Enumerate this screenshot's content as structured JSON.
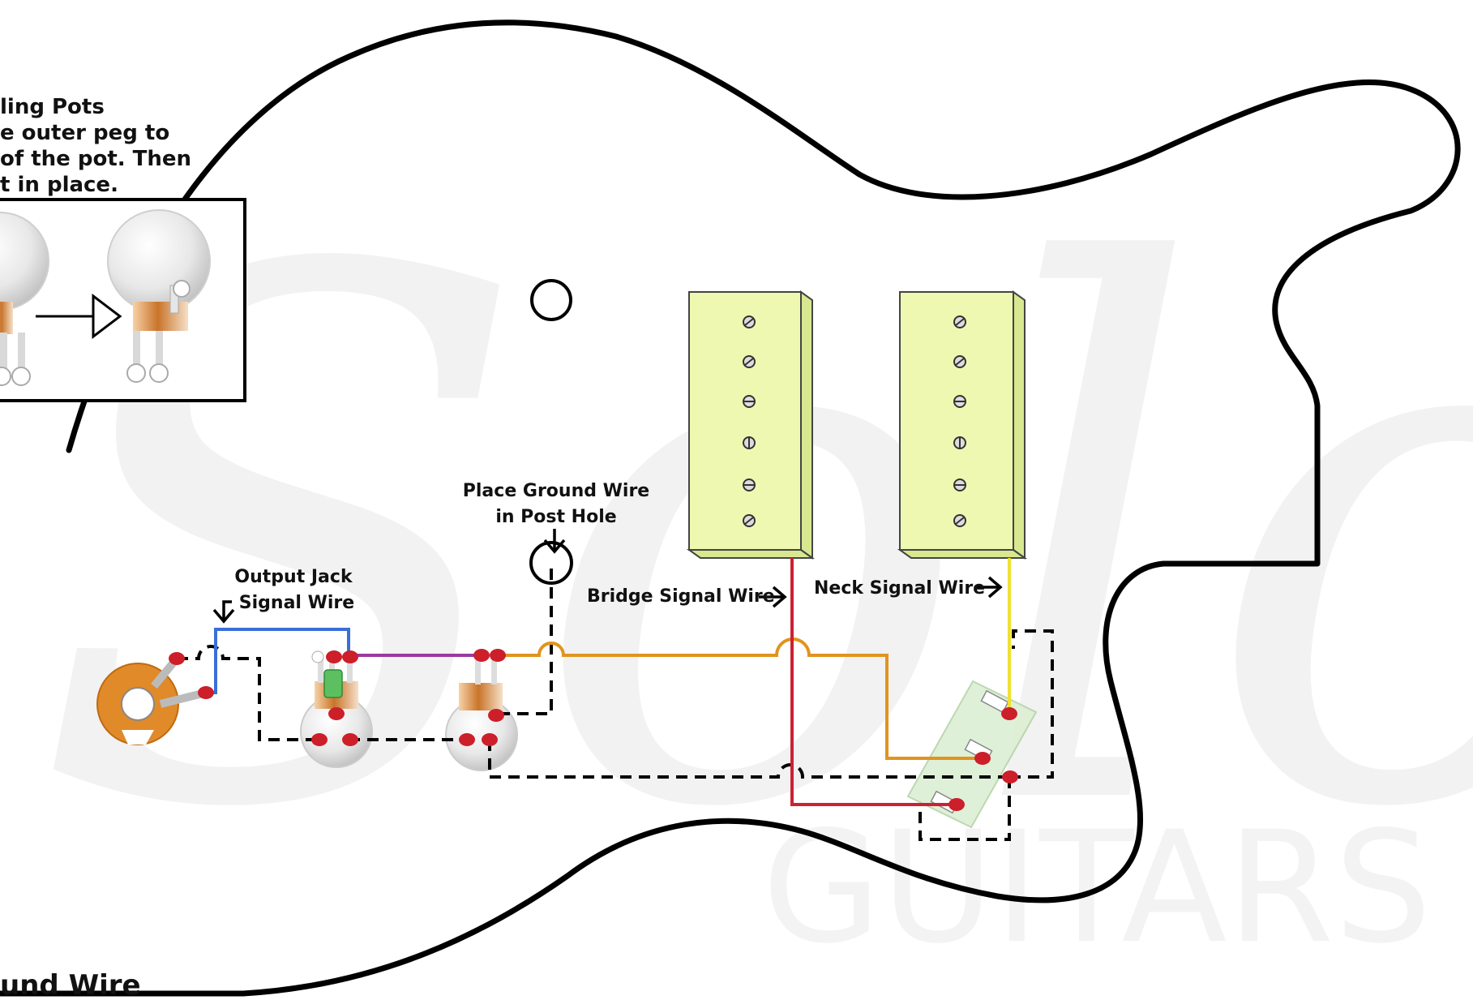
{
  "texts": {
    "pots_line1": "ling Pots",
    "pots_line2": "e outer peg to",
    "pots_line3": "of the pot. Then",
    "pots_line4": "t in place.",
    "ground_line1": "Place Ground Wire",
    "ground_line2": "in Post Hole",
    "jack_line1": "Output Jack",
    "jack_line2": "Signal Wire",
    "bridge": "Bridge Signal Wire",
    "neck": "Neck Signal Wire",
    "bottom": "und Wire"
  },
  "watermark": {
    "brand_script": "Solo",
    "brand_word": "GUITARS"
  },
  "colors": {
    "outline": "#000000",
    "pickup_fill": "#eef8b0",
    "pickup_side": "#d8e890",
    "jack_orange": "#e08a2a",
    "wire_blue": "#3a6fd8",
    "wire_purple": "#9a3aa0",
    "wire_orange": "#e0941f",
    "wire_red": "#cc2233",
    "wire_yellow": "#f0e030",
    "solder": "#cc1f2a",
    "switch_fill": "#dcefd4",
    "watermark": "#f0f0f0"
  }
}
